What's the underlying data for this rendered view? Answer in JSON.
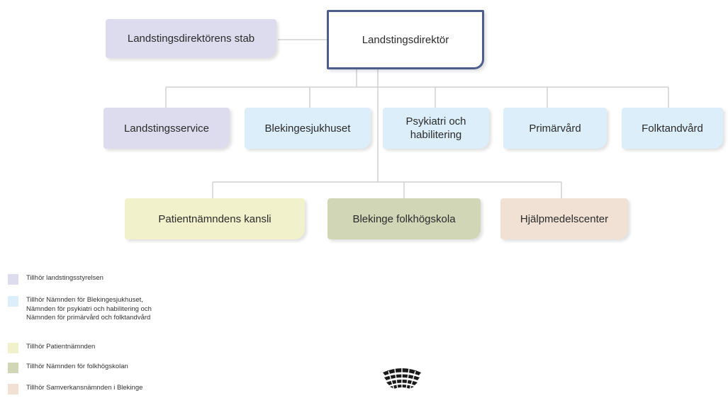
{
  "org": {
    "director": "Landstingsdirektör",
    "staff": "Landstingsdirektörens stab",
    "level1": [
      "Landstingsservice",
      "Blekingesjukhuset",
      "Psykiatri och\nhabilitering",
      "Primärvård",
      "Folktandvård"
    ],
    "level2": [
      "Patientnämndens kansli",
      "Blekinge folkhögskola",
      "Hjälpmedelscenter"
    ]
  },
  "legend": [
    "Tillhör landstingsstyrelsen",
    "Tillhör Nämnden för Blekingesjukhuset,\nNämnden för psykiatri och habilitering och\nNämnden för primärvård och folktandvård",
    "Tillhör Patientnämnden",
    "Tillhör Nämnden för folkhögskolan",
    "Tillhör Samverkansnämnden i Blekinge"
  ],
  "colors": {
    "landstingsstyrelsen": "#dcdcee",
    "sjukhus_namnder": "#dbeefa",
    "patientnamnden": "#f1f1cc",
    "folkhogskolan": "#d1d6b7",
    "samverkan": "#f0e1d4",
    "director_border": "#4e5d8c",
    "connector": "#c8c8c8"
  },
  "icons": {
    "logo": "blekinge-crown-logo"
  }
}
